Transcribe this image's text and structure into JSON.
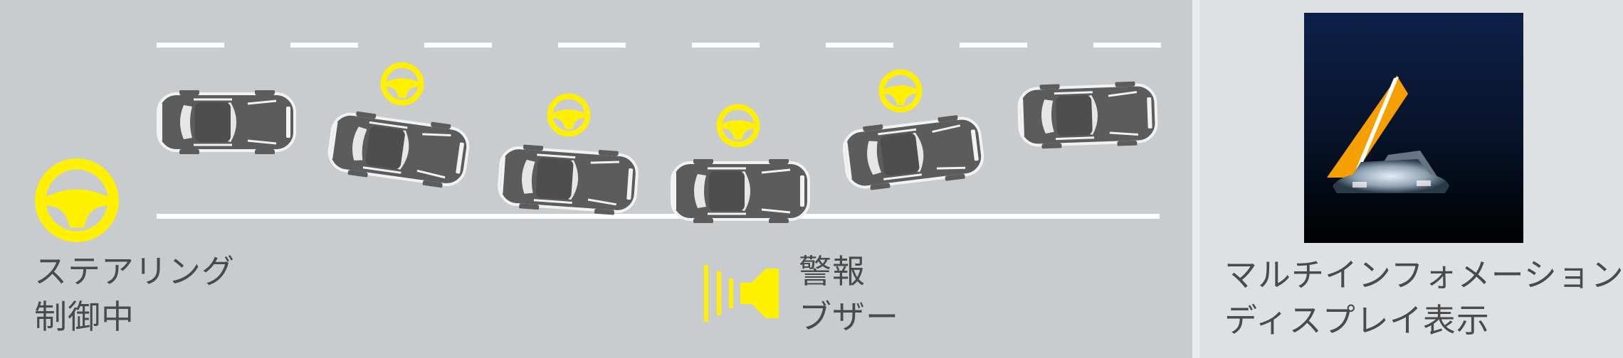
{
  "labels": {
    "steering_line1": "ステアリング",
    "steering_line2": "制御中",
    "buzzer_line1": "警報",
    "buzzer_line2": "ブザー",
    "mid_line1": "マルチインフォメーション",
    "mid_line2": "ディスプレイ表示"
  },
  "colors": {
    "accent_yellow": "#fff000",
    "car_body": "#5c5c5c",
    "lane_line": "#ffffff",
    "display_bg": "#08162e",
    "display_lane_orange": "#f5a000"
  },
  "icons": [
    "steering-wheel-icon",
    "buzzer-speaker-icon",
    "car-icon"
  ]
}
